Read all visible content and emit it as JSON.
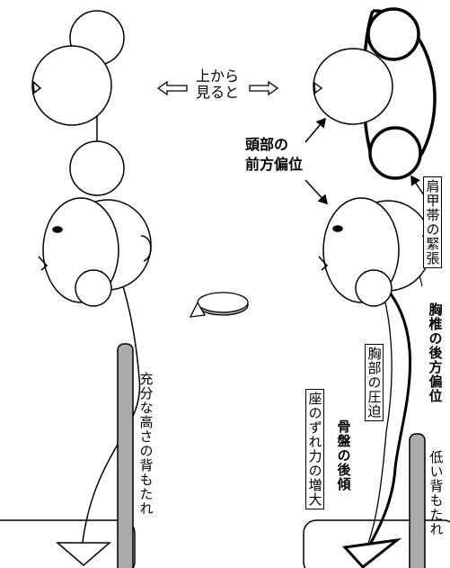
{
  "labels": {
    "top_view": "上から\n見ると",
    "head_forward": "頭部の\n前方偏位",
    "shoulder_tension": "肩甲帯の緊張",
    "thoracic_backward": "胸椎の後方偏位",
    "chest_compression": "胸部の圧迫",
    "pelvic_tilt": "骨盤の後傾",
    "sliding_force": "座のずれ力の増大",
    "tall_backrest": "充分な高さの背もたれ",
    "low_backrest": "低い背もたれ"
  },
  "colors": {
    "line": "#000000",
    "backrest_fill": "#aaaaaa",
    "background": "#ffffff"
  },
  "icons": [
    "left-arrow-icon",
    "right-arrow-icon",
    "rotation-arrow-icon"
  ]
}
